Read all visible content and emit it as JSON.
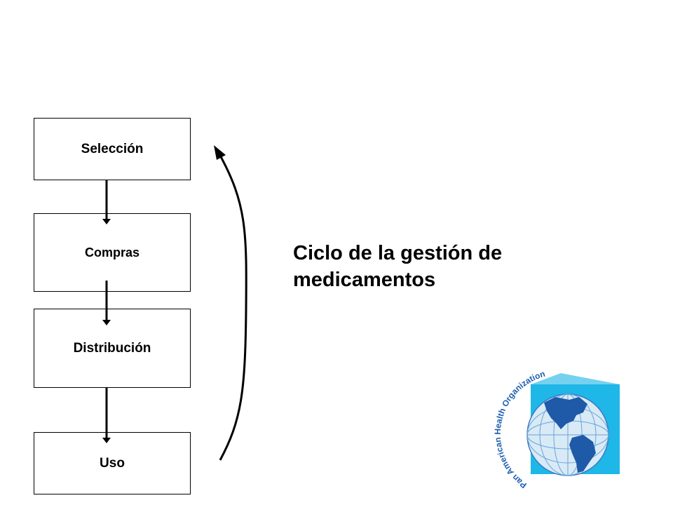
{
  "steps": [
    {
      "label": "Selección"
    },
    {
      "label": "Compras"
    },
    {
      "label": "Distribución"
    },
    {
      "label": "Uso"
    }
  ],
  "title_line1": "Ciclo de la gestión de",
  "title_line2": "medicamentos",
  "logo": {
    "text": "Pan American Health Organization",
    "colors": {
      "cube": "#1fb6e8",
      "globe": "#d8eaf6",
      "land": "#1e5aa8",
      "text": "#1f5fae"
    }
  }
}
